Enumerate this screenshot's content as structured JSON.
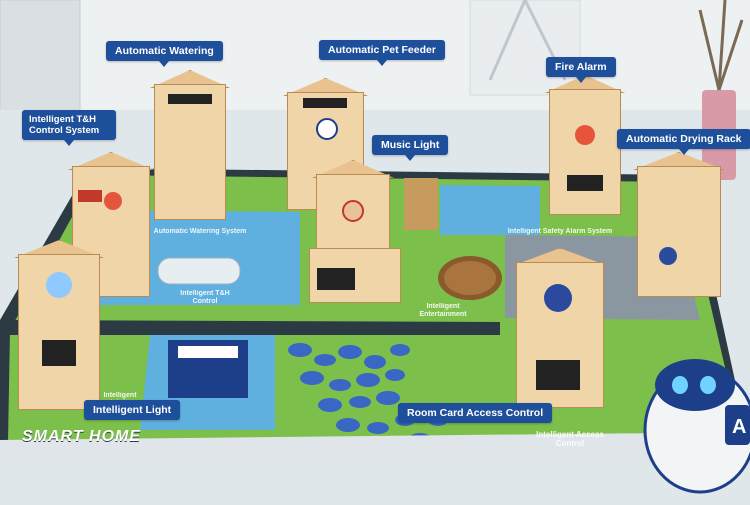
{
  "labels": {
    "automatic_watering": "Automatic Watering",
    "automatic_pet_feeder": "Automatic Pet Feeder",
    "fire_alarm": "Fire Alarm",
    "intelligent_th": "Intelligent T&H Control System",
    "music_light": "Music Light",
    "automatic_drying_rack": "Automatic Drying Rack",
    "intelligent_light": "Intelligent Light",
    "room_card": "Room Card Access Control"
  },
  "mat": {
    "brand": "SMART HOME",
    "watering_zone": "Automatic Watering System",
    "th_zone": "Intelligent T&H Control",
    "entertainment_zone": "Intelligent Entertainment",
    "safety_zone": "Intelligent Safety Alarm System",
    "access_zone": "Intelligent Access Control",
    "lighting_zone": "Intelligent Lighting"
  },
  "colors": {
    "label_bg": "#1e4f9a",
    "mat_green": "#7cc04b",
    "mat_dark": "#2c3a44",
    "mat_blue": "#5fb0de",
    "wood": "#f0d5a8"
  }
}
